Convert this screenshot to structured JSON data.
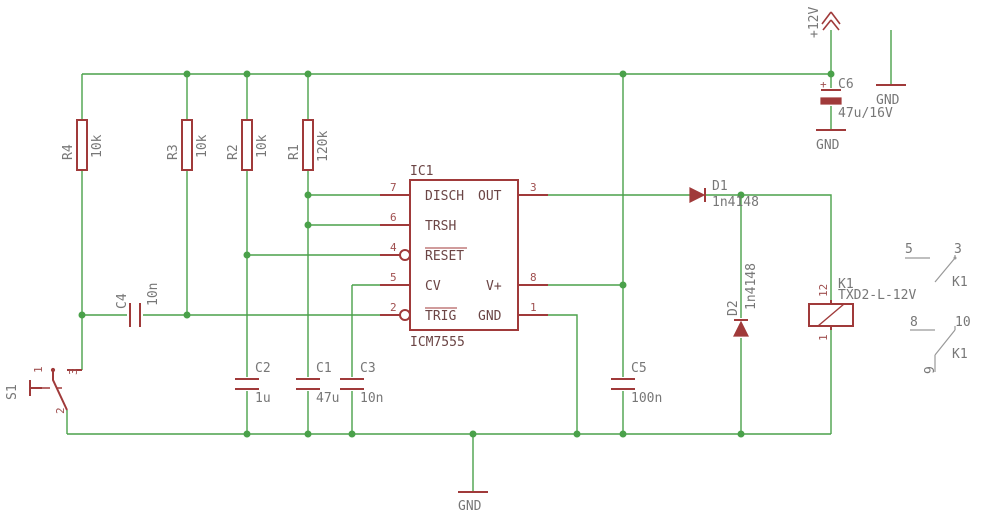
{
  "power": {
    "vcc": "+12V",
    "gnd": "GND"
  },
  "ic": {
    "ref": "IC1",
    "part": "ICM7555",
    "pins": {
      "disch": "DISCH",
      "trsh": "TRSH",
      "reset": "RESET",
      "cv": "CV",
      "trig": "TRIG",
      "out": "OUT",
      "vplus": "V+",
      "gnd": "GND"
    },
    "pin_numbers": {
      "disch": "7",
      "trsh": "6",
      "reset": "4",
      "cv": "5",
      "trig": "2",
      "out": "3",
      "vplus": "8",
      "gnd": "1"
    }
  },
  "resistors": [
    {
      "ref": "R4",
      "value": "10k"
    },
    {
      "ref": "R3",
      "value": "10k"
    },
    {
      "ref": "R2",
      "value": "10k"
    },
    {
      "ref": "R1",
      "value": "120k"
    }
  ],
  "capacitors": {
    "c1": {
      "ref": "C1",
      "value": "47u"
    },
    "c2": {
      "ref": "C2",
      "value": "1u"
    },
    "c3": {
      "ref": "C3",
      "value": "10n"
    },
    "c4": {
      "ref": "C4",
      "value": "10n"
    },
    "c5": {
      "ref": "C5",
      "value": "100n"
    },
    "c6": {
      "ref": "C6",
      "value": "47u/16V",
      "plus": "+"
    }
  },
  "diodes": {
    "d1": {
      "ref": "D1",
      "value": "1n4148"
    },
    "d2": {
      "ref": "D2",
      "value": "1n4148"
    }
  },
  "relay": {
    "ref": "K1",
    "part": "TXD2-L-12V",
    "coil_pins": {
      "a": "12",
      "b": "1"
    },
    "contact1_pins": {
      "a": "5",
      "b": "3"
    },
    "contact2_pins": {
      "a": "8",
      "b": "10",
      "c": "9"
    }
  },
  "switch": {
    "ref": "S1",
    "pins": {
      "a": "1",
      "b": "3",
      "c": "2"
    }
  }
}
